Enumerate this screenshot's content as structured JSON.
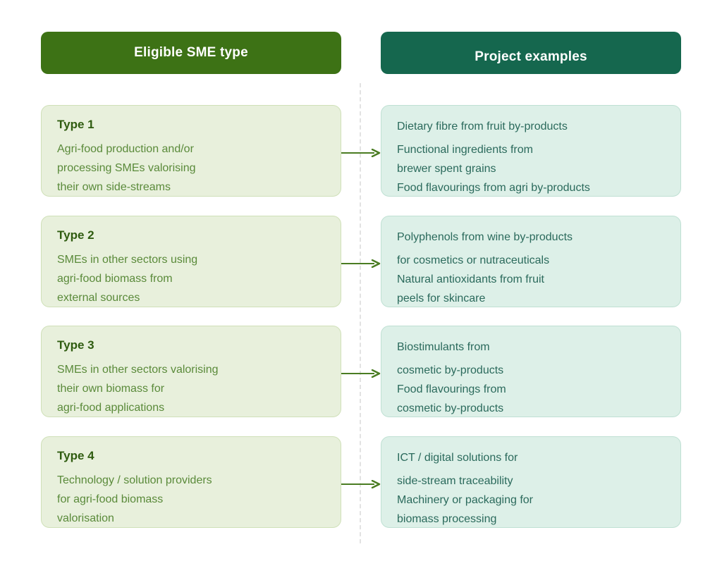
{
  "headers": {
    "left": "Eligible SME type",
    "right": "Project examples"
  },
  "colors": {
    "header_left_bg": "#3d7215",
    "header_right_bg": "#15674e",
    "card_left_bg": "#e8f0dc",
    "card_right_bg": "#ddf0e8",
    "card_left_text": "#5a8a3a",
    "card_right_text": "#2b6a5c",
    "card_title_text": "#2f5c10",
    "arrow": "#4a7c22",
    "divider": "#e2e2e2"
  },
  "rows": [
    {
      "left": {
        "title": "Type 1",
        "lines": [
          {
            "text": "Agri-food production and/or",
            "item_start": true
          },
          {
            "text": "processing SMEs valorising",
            "item_start": false
          },
          {
            "text": "their own side-streams",
            "item_start": false
          }
        ]
      },
      "arrow": "arrow-right-icon",
      "right": {
        "lines": [
          {
            "text": "Dietary fibre from fruit by-products",
            "item_start": true
          },
          {
            "text": "Functional ingredients from",
            "item_start": true
          },
          {
            "text": "brewer spent grains",
            "item_start": false
          },
          {
            "text": "Food flavourings from agri by-products",
            "item_start": false
          }
        ]
      }
    },
    {
      "left": {
        "title": "Type 2",
        "lines": [
          {
            "text": "SMEs in other sectors using",
            "item_start": true
          },
          {
            "text": "agri-food biomass from",
            "item_start": false
          },
          {
            "text": "external sources",
            "item_start": false
          }
        ]
      },
      "arrow": "arrow-right-icon",
      "right": {
        "lines": [
          {
            "text": "Polyphenols from wine by-products",
            "item_start": true
          },
          {
            "text": "for cosmetics or nutraceuticals",
            "item_start": true
          },
          {
            "text": "Natural antioxidants from fruit",
            "item_start": false
          },
          {
            "text": "peels for skincare",
            "item_start": false
          }
        ]
      }
    },
    {
      "left": {
        "title": "Type 3",
        "lines": [
          {
            "text": "SMEs in other sectors valorising",
            "item_start": true
          },
          {
            "text": "their own biomass for",
            "item_start": false
          },
          {
            "text": "agri-food applications",
            "item_start": false
          }
        ]
      },
      "arrow": "arrow-right-icon",
      "right": {
        "lines": [
          {
            "text": "Biostimulants from",
            "item_start": true
          },
          {
            "text": "cosmetic by-products",
            "item_start": true
          },
          {
            "text": "Food flavourings from",
            "item_start": false
          },
          {
            "text": "cosmetic by-products",
            "item_start": false
          }
        ]
      }
    },
    {
      "left": {
        "title": "Type 4",
        "lines": [
          {
            "text": "Technology / solution providers",
            "item_start": true
          },
          {
            "text": "for agri-food biomass",
            "item_start": false
          },
          {
            "text": "valorisation",
            "item_start": false
          }
        ]
      },
      "arrow": "arrow-right-icon",
      "right": {
        "lines": [
          {
            "text": "ICT / digital solutions for",
            "item_start": true
          },
          {
            "text": "side-stream traceability",
            "item_start": true
          },
          {
            "text": "Machinery or packaging for",
            "item_start": false
          },
          {
            "text": "biomass processing",
            "item_start": false
          }
        ]
      }
    }
  ]
}
